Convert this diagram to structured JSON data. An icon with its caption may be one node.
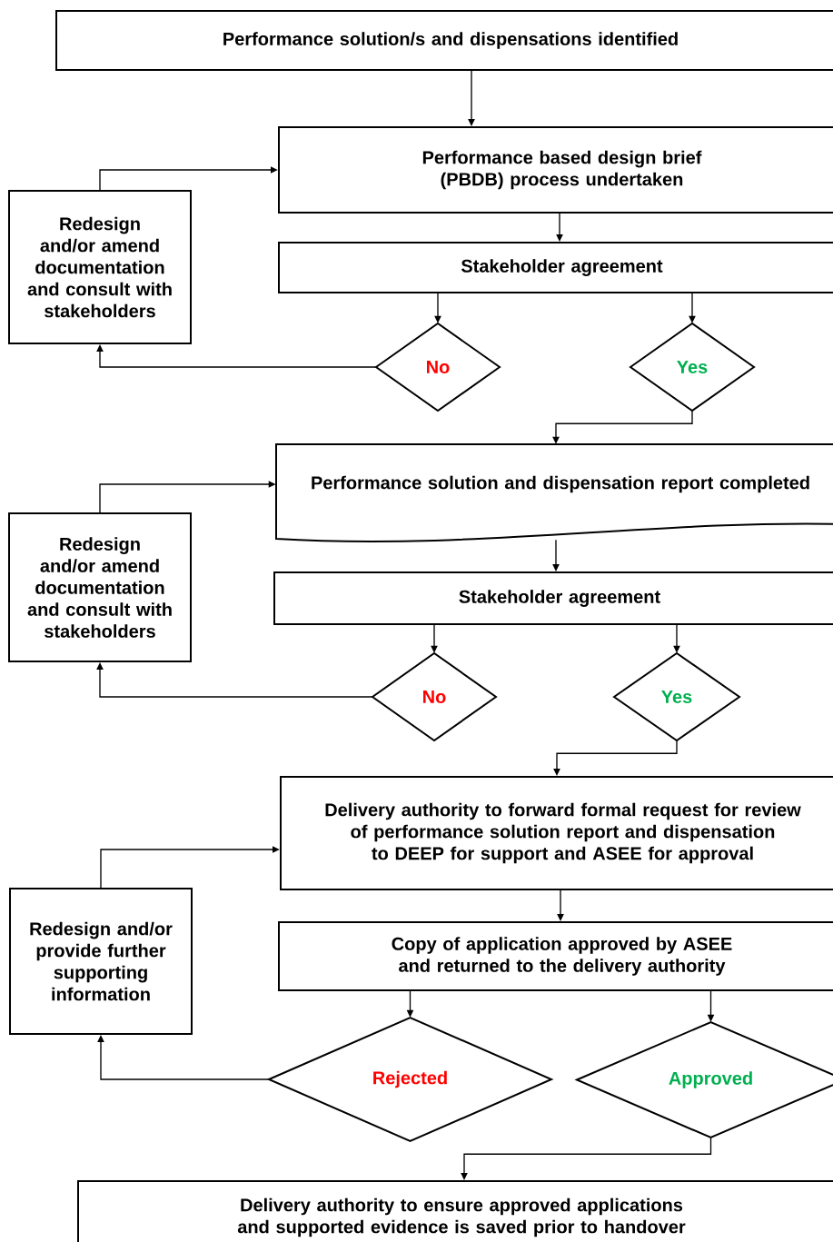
{
  "diagram": {
    "nodes": [
      {
        "text": [
          "Performance solution/s and dispensations identified"
        ]
      },
      {
        "text": [
          "Performance based design brief (PBDB) process undertaken"
        ]
      },
      {
        "text": [
          "Redesign and/or amend documentation and consult with stakeholders"
        ]
      },
      {
        "text": [
          "Stakeholder agreement"
        ]
      },
      {
        "text": [
          "No"
        ]
      },
      {
        "text": [
          "Yes"
        ]
      },
      {
        "text": [
          "Performance solution and dispensation report completed"
        ]
      },
      {
        "text": [
          "Redesign and/or amend documentation and consult with stakeholders"
        ]
      },
      {
        "text": [
          "Stakeholder agreement"
        ]
      },
      {
        "text": [
          "No"
        ]
      },
      {
        "text": [
          "Yes"
        ]
      },
      {
        "text": [
          "Delivery authority to forward formal request for review of performance solution report and dispensation to DEEP for support and ASEE for approval"
        ]
      },
      {
        "text": [
          "Redesign and/or provide further supporting information"
        ]
      },
      {
        "text": [
          "Copy of application approved by ASEE and returned to the delivery authority"
        ]
      },
      {
        "text": [
          "Rejected"
        ]
      },
      {
        "text": [
          "Approved"
        ]
      },
      {
        "text": [
          "Delivery authority to ensure approved applications and supported evidence is saved prior to handover"
        ]
      }
    ],
    "edges": [
      {
        "from": 0,
        "to": 1,
        "arrow": "to"
      },
      {
        "from": 2,
        "to": 1,
        "arrow": "to"
      },
      {
        "from": 1,
        "to": 3,
        "arrow": "to"
      },
      {
        "from": 3,
        "to": 4,
        "arrow": "to"
      },
      {
        "from": 3,
        "to": 5,
        "arrow": "to"
      },
      {
        "from": 4,
        "to": 2,
        "arrow": "to"
      },
      {
        "from": 5,
        "to": 6,
        "arrow": "to"
      },
      {
        "from": 7,
        "to": 6,
        "arrow": "to"
      },
      {
        "from": 6,
        "to": 8,
        "arrow": "to"
      },
      {
        "from": 8,
        "to": 9,
        "arrow": "to"
      },
      {
        "from": 8,
        "to": 10,
        "arrow": "to"
      },
      {
        "from": 9,
        "to": 7,
        "arrow": "to"
      },
      {
        "from": 10,
        "to": 11,
        "arrow": "to"
      },
      {
        "from": 12,
        "to": 11,
        "arrow": "to"
      },
      {
        "from": 11,
        "to": 13,
        "arrow": "to"
      },
      {
        "from": 13,
        "to": 14,
        "arrow": "to"
      },
      {
        "from": 13,
        "to": 15,
        "arrow": "to"
      },
      {
        "from": 14,
        "to": 12,
        "arrow": "to"
      },
      {
        "from": 15,
        "to": 16,
        "arrow": "to"
      }
    ]
  }
}
